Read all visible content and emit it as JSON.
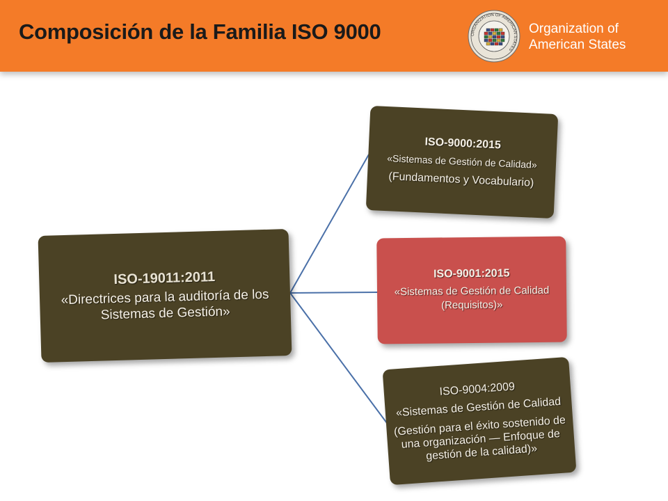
{
  "header": {
    "title": "Composición de la Familia ISO 9000",
    "org_line1": "Organization of",
    "org_line2": "American States",
    "seal_text": "ORGANIZATION OF AMERICAN STATES"
  },
  "colors": {
    "header_orange": "#f47b28",
    "box_olive": "#4b4225",
    "box_red": "#c9504d",
    "connector_blue": "#4a70a8"
  },
  "diagram": {
    "root": {
      "name": "ISO-19011:2011",
      "description": "«Directrices para la auditoría de los Sistemas de Gestión»"
    },
    "children": [
      {
        "name": "ISO-9000:2015",
        "description": "«Sistemas de Gestión de Calidad»",
        "description2": "(Fundamentos y Vocabulario)"
      },
      {
        "name": "ISO-9001:2015",
        "description": "«Sistemas de Gestión de Calidad (Requisitos)»"
      },
      {
        "name": "ISO-9004:2009",
        "description": "«Sistemas de Gestión de Calidad",
        "description2": "(Gestión para el éxito sostenido de una organización — Enfoque de gestión de la calidad)»"
      }
    ]
  }
}
